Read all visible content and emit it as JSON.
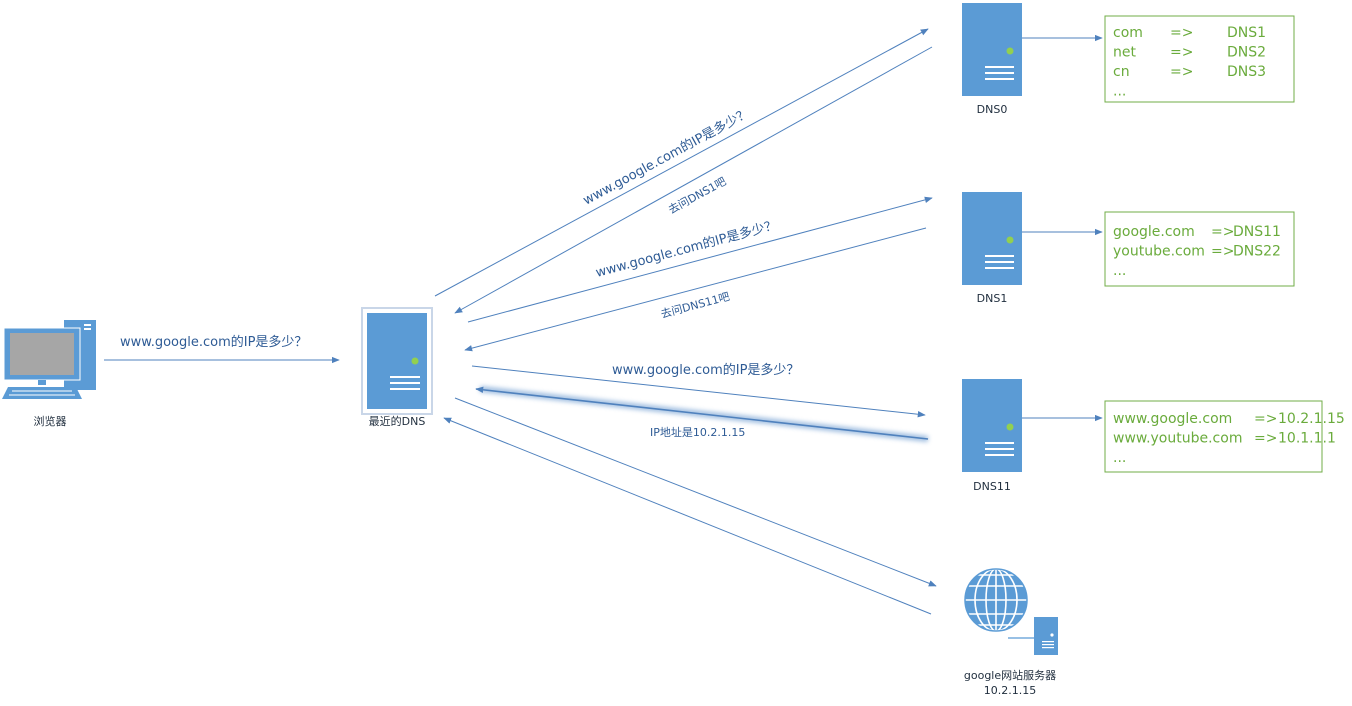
{
  "nodes": {
    "browser": {
      "label": "浏览器"
    },
    "local_dns": {
      "label": "最近的DNS"
    },
    "dns0": {
      "label": "DNS0"
    },
    "dns1": {
      "label": "DNS1"
    },
    "dns11": {
      "label": "DNS11"
    },
    "google_server": {
      "label": "google网站服务器",
      "ip": "10.2.1.15"
    }
  },
  "edges": {
    "browser_query": "www.google.com的IP是多少？",
    "query_dns0": "www.google.com的IP是多少？",
    "reply_dns0": "去问DNS1吧",
    "query_dns1": "www.google.com的IP是多少？",
    "reply_dns1": "去问DNS11吧",
    "query_dns11": "www.google.com的IP是多少？",
    "reply_dns11": "IP地址是10.2.1.15"
  },
  "tables": {
    "dns0": [
      {
        "key": "com",
        "arrow": "=>",
        "value": "DNS1"
      },
      {
        "key": "net",
        "arrow": "=>",
        "value": "DNS2"
      },
      {
        "key": "cn",
        "arrow": "=>",
        "value": "DNS3"
      },
      {
        "key": "...",
        "arrow": "",
        "value": ""
      }
    ],
    "dns1": [
      {
        "key": "google.com",
        "arrow": "=>",
        "value": "DNS11"
      },
      {
        "key": "youtube.com",
        "arrow": "=>",
        "value": "DNS22"
      },
      {
        "key": "...",
        "arrow": "",
        "value": ""
      }
    ],
    "dns11": [
      {
        "key": "www.google.com",
        "arrow": "=>",
        "value": "10.2.1.15"
      },
      {
        "key": "www.youtube.com",
        "arrow": "=>",
        "value": "10.1.1.1"
      },
      {
        "key": "...",
        "arrow": "",
        "value": ""
      }
    ]
  },
  "colors": {
    "server_fill": "#5b9bd5",
    "line": "#4f81bd",
    "table_border": "#70ad47",
    "table_text": "#6aab3c",
    "label_text": "#2e5b95",
    "led": "#92d050"
  }
}
